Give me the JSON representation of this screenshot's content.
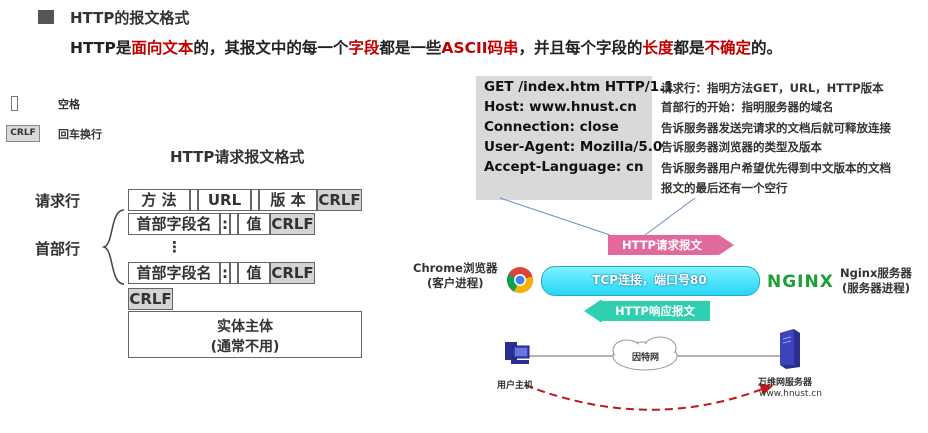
{
  "header": {
    "title": "HTTP的报文格式",
    "subtitle_parts": [
      {
        "text": "HTTP是",
        "red": false
      },
      {
        "text": "面向文本",
        "red": true
      },
      {
        "text": "的，其报文中的每一个",
        "red": false
      },
      {
        "text": "字段",
        "red": true
      },
      {
        "text": "都是一些",
        "red": false
      },
      {
        "text": "ASCII码串",
        "red": true
      },
      {
        "text": "，并且每个字段的",
        "red": false
      },
      {
        "text": "长度",
        "red": true
      },
      {
        "text": "都是",
        "red": false
      },
      {
        "text": "不确定",
        "red": true
      },
      {
        "text": "的。",
        "red": false
      }
    ]
  },
  "legend": {
    "space_label": "空格",
    "crlf_symbol": "CRLF",
    "crlf_label": "回车换行"
  },
  "request_format": {
    "title": "HTTP请求报文格式",
    "request_line_label": "请求行",
    "header_lines_label": "首部行",
    "method": "方 法",
    "url": "URL",
    "version": "版 本",
    "crlf": "CRLF",
    "field_name": "首部字段名",
    "colon": ":",
    "value": "值",
    "ellipsis": "⋮",
    "body_line1": "实体主体",
    "body_line2": "(通常不用)"
  },
  "request_example": {
    "lines": [
      "GET /index.htm HTTP/1.1",
      "Host: www.hnust.cn",
      "Connection: close",
      "User-Agent:  Mozilla/5.0",
      "Accept-Language: cn"
    ],
    "explanations": [
      "请求行：指明方法GET，URL，HTTP版本",
      "首部行的开始：指明服务器的域名",
      "告诉服务器发送完请求的文档后就可释放连接",
      "告诉服务器浏览器的类型及版本",
      "告诉服务器用户希望优先得到中文版本的文档",
      "报文的最后还有一个空行"
    ]
  },
  "connection": {
    "request_arrow_label": "HTTP请求报文",
    "tcp_label": "TCP连接，端口号80",
    "response_arrow_label": "HTTP响应报文",
    "client_label_line1": "Chrome浏览器",
    "client_label_line2": "(客户进程)",
    "server_logo": "NGINX",
    "server_label_line1": "Nginx服务器",
    "server_label_line2": "(服务器进程)",
    "internet_label": "因特网",
    "host_label": "用户主机",
    "web_server_label": "万维网服务器",
    "web_server_domain": "www.hnust.cn"
  },
  "colors": {
    "accent_red": "#c00000",
    "request_arrow": "#e2699c",
    "response_arrow": "#2fd0b2",
    "tcp_tube": "#24d6f5",
    "nginx_green": "#1e9f35"
  }
}
